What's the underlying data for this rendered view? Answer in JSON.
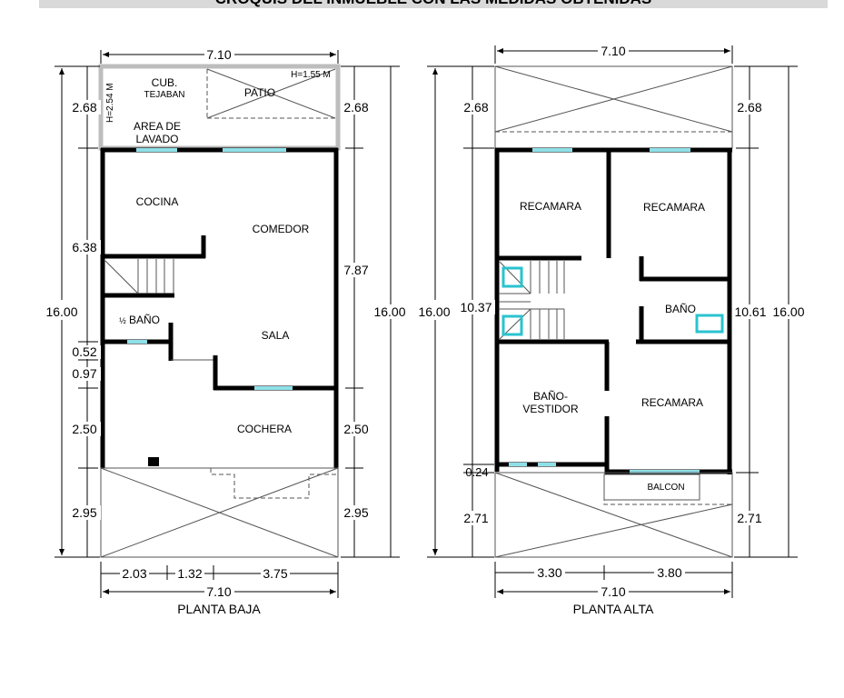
{
  "title": "CROQUIS DEL INMUEBLE CON LAS MEDIDAS OBTENIDAS",
  "planta_baja": {
    "name": "PLANTA BAJA",
    "rooms": {
      "cub": "CUB.",
      "tejaban": "TEJABAN",
      "patio": "PATIO",
      "h_patio": "H=1.55 M",
      "h_lavado": "H=2.54 M",
      "lavado1": "AREA DE",
      "lavado2": "LAVADO",
      "cocina": "COCINA",
      "comedor": "COMEDOR",
      "bano_frac": "½",
      "bano": "BAÑO",
      "sala": "SALA",
      "cochera": "COCHERA"
    },
    "dims": {
      "top": "7.10",
      "left": [
        "2.68",
        "6.38",
        "0.52",
        "0.97",
        "2.50",
        "2.95"
      ],
      "right": [
        "2.68",
        "7.87",
        "2.50",
        "2.95"
      ],
      "total_left": "16.00",
      "total_right": "16.00",
      "bottom": [
        "2.03",
        "1.32",
        "3.75"
      ],
      "bottom_total": "7.10"
    }
  },
  "planta_alta": {
    "name": "PLANTA ALTA",
    "rooms": {
      "recamara1": "RECAMARA",
      "recamara2": "RECAMARA",
      "bano": "BAÑO",
      "bano_vest1": "BAÑO-",
      "bano_vest2": "VESTIDOR",
      "recamara3": "RECAMARA",
      "balcon": "BALCON"
    },
    "dims": {
      "top": "7.10",
      "left": [
        "2.68",
        "10.37",
        "0.24",
        "2.71"
      ],
      "right": [
        "2.68",
        "10.61",
        "2.71"
      ],
      "total_left": "16.00",
      "total_right": "16.00",
      "bottom": [
        "3.30",
        "3.80"
      ],
      "bottom_total": "7.10"
    }
  },
  "colors": {
    "wall": "#000000",
    "window": "#8ee0e8",
    "roof": "#bdbdbd"
  }
}
